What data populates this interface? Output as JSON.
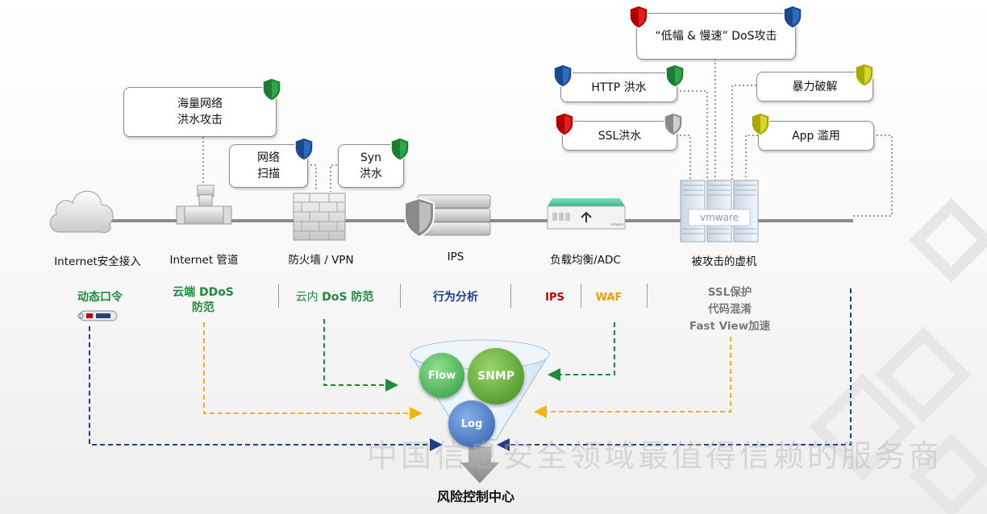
{
  "colors": {
    "green": "#1f8a3a",
    "blue": "#1f3f8a",
    "red": "#c00000",
    "orange": "#f0a000",
    "gray": "#7a7a7a",
    "yellow_line": "#f2b600"
  },
  "callouts": {
    "flood": "海量网络\n洪水攻击",
    "scan": "网络\n扫描",
    "syn": "Syn\n洪水",
    "lowslow": "“低幅 & 慢速” DoS攻击",
    "http": "HTTP 洪水",
    "brute": "暴力破解",
    "ssl": "SSL洪水",
    "app": "App 滥用"
  },
  "devices": {
    "cloud": "Internet安全接入",
    "pipe": "Internet 管道",
    "firewall": "防火墙 / VPN",
    "ips": "IPS",
    "lb": "负载均衡/ADC",
    "vm": "被攻击的虚机",
    "lb_brand": "radware",
    "vm_brand": "vmware"
  },
  "categories": {
    "dynamic_token": "动态口令",
    "cloud_ddos": "云端 DDoS\n防范",
    "cloud_dos_prefix": "云内 ",
    "cloud_dos_bold": "DoS 防范",
    "behavior": "行为分析",
    "ips": "IPS",
    "waf": "WAF",
    "ssl_line1": "SSL保护",
    "ssl_line2": "代码混淆",
    "ssl_line3": "Fast View加速"
  },
  "funnel": {
    "flow": "Flow",
    "snmp": "SNMP",
    "log": "Log"
  },
  "center_label": "风险控制中心",
  "watermark": "中国信息安全领域最值得信赖的服务商",
  "icons": [
    "cloud-icon",
    "pipe-icon",
    "firewall-icon",
    "ips-appliance-icon",
    "load-balancer-icon",
    "server-rack-icon",
    "token-icon",
    "shield-icon",
    "funnel-icon"
  ]
}
